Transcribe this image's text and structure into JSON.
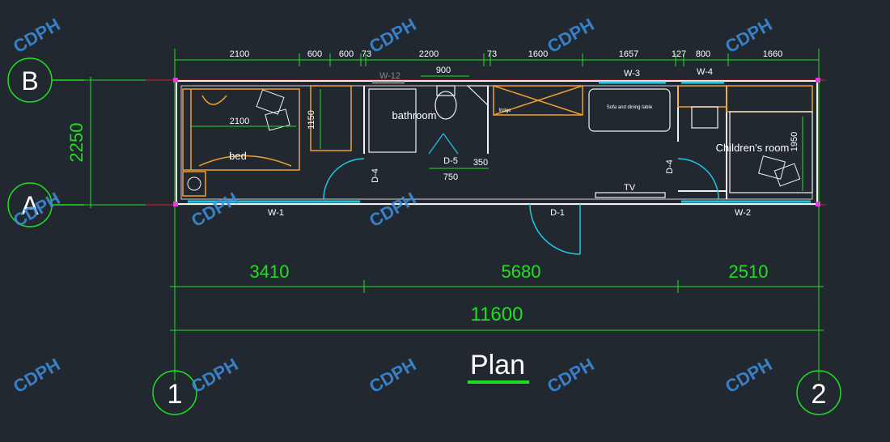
{
  "watermark": "CDPH",
  "plan_title": "Plan",
  "grid_axes": {
    "row_top": "B",
    "row_bottom": "A",
    "col_left": "1",
    "col_right": "2"
  },
  "top_dims": [
    "2100",
    "600",
    "600",
    "73",
    "2200",
    "73",
    "1600",
    "1657",
    "127",
    "800",
    "1660"
  ],
  "inner_dims": {
    "d900": "900",
    "d750": "750",
    "d350": "350",
    "d2100": "2100",
    "d1150": "1150",
    "d1950": "1950"
  },
  "left_dim": "2250",
  "bottom_dims": {
    "seg1": "3410",
    "seg2": "5680",
    "seg3": "2510",
    "total": "11600"
  },
  "rooms": {
    "bed": "bed",
    "bathroom": "bathroom",
    "children": "Children's room",
    "sofa": "Sofa and dining table",
    "fridge": "fridge",
    "tv": "TV"
  },
  "windows": {
    "w1": "W-1",
    "w2": "W-2",
    "w3": "W-3",
    "w4": "W-4",
    "w12": "W-12"
  },
  "doors": {
    "d1": "D-1",
    "d4a": "D-4",
    "d4b": "D-4",
    "d5": "D-5"
  },
  "colors": {
    "background": "#212830",
    "dimension": "#1fe01f",
    "axis": "#e02020",
    "wall": "#f2f2f2",
    "furniture": "#f0a030",
    "door": "#20c8e0",
    "watermark": "#3d8fe0"
  }
}
